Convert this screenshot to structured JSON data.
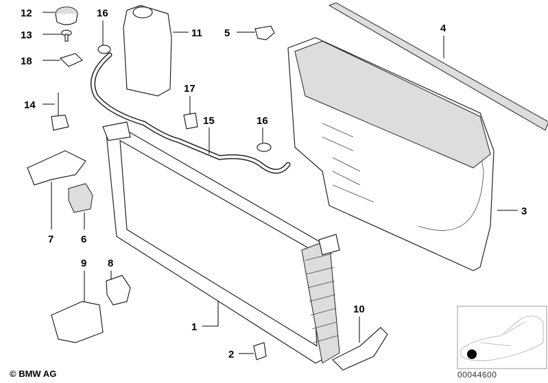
{
  "labels": {
    "p1": "1",
    "p2": "2",
    "p3": "3",
    "p4": "4",
    "p5": "5",
    "p6": "6",
    "p7": "7",
    "p8": "8",
    "p9": "9",
    "p10": "10",
    "p11": "11",
    "p12": "12",
    "p13": "13",
    "p14": "14",
    "p15": "15",
    "p16a": "16",
    "p16b": "16",
    "p17": "17",
    "p18": "18"
  },
  "footer": {
    "copyright": "© BMW AG",
    "diagram_number": "00044600"
  },
  "colors": {
    "line": "#000000",
    "locator_dot": "#000000"
  }
}
